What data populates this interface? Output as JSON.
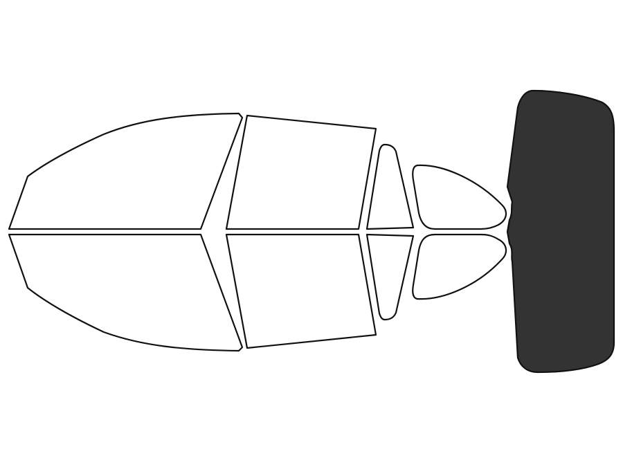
{
  "colors": {
    "background": "#ffffff",
    "outline": "#111111",
    "untinted": "#ffffff",
    "tinted": "#333333"
  },
  "panes": [
    {
      "id": "front-windshield-upper-half",
      "tinted": false
    },
    {
      "id": "front-windshield-lower-half",
      "tinted": false
    },
    {
      "id": "front-door-window-upper",
      "tinted": false
    },
    {
      "id": "front-door-window-lower",
      "tinted": false
    },
    {
      "id": "rear-door-window-upper",
      "tinted": false
    },
    {
      "id": "rear-door-window-lower",
      "tinted": false
    },
    {
      "id": "rear-vent-window-upper",
      "tinted": false
    },
    {
      "id": "rear-vent-window-lower",
      "tinted": false
    },
    {
      "id": "quarter-window-upper",
      "tinted": false
    },
    {
      "id": "quarter-window-lower",
      "tinted": false
    },
    {
      "id": "rear-windshield",
      "tinted": true
    }
  ]
}
